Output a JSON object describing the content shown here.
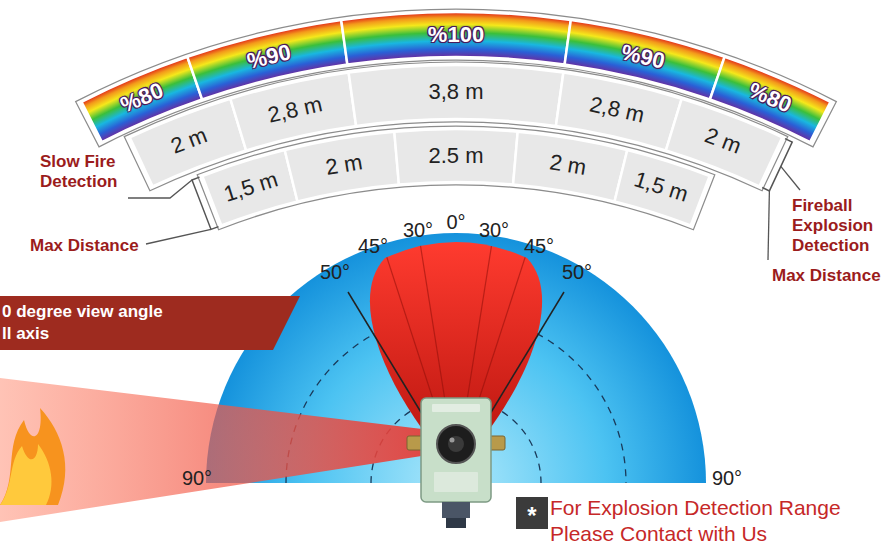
{
  "diagram": {
    "nodes": [
      {
        "text": [
          "0 degree view angle ll axis"
        ]
      },
      {
        "text": [
          "*"
        ]
      }
    ],
    "labels": [
      "%80",
      "%90",
      "%100",
      "%90",
      "%80",
      "2 m",
      "2,8 m",
      "3,8 m",
      "2,8 m",
      "2 m",
      "1,5 m",
      "2 m",
      "2.5 m",
      "2 m",
      "1,5 m",
      "Slow Fire Detection",
      "Max Distance",
      "Fireball Explosion Detection",
      "Max Distance",
      "50°",
      "45°",
      "30°",
      "0°",
      "30°",
      "45°",
      "50°",
      "90°",
      "90°",
      "For Explosion Detection Range Please Contact with Us"
    ]
  }
}
